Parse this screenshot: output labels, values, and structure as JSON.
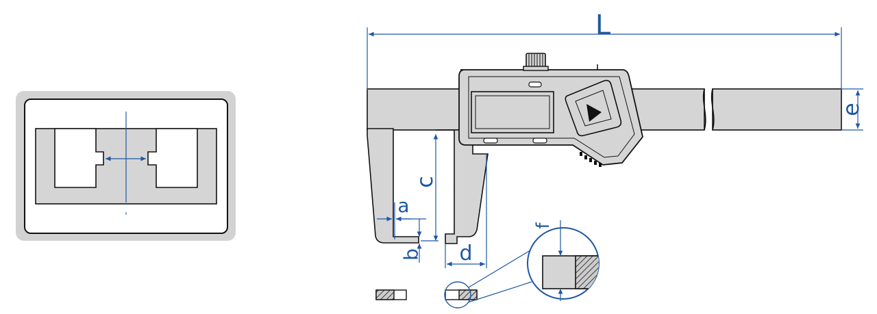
{
  "dimensions": {
    "L": "L",
    "e": "e",
    "c": "c",
    "a": "a",
    "b": "b",
    "d": "d",
    "f": "f"
  },
  "colors": {
    "line": "#1f57a3",
    "body": "#d5d5d5",
    "outline": "#111111",
    "frame": "#cfcfcf"
  }
}
